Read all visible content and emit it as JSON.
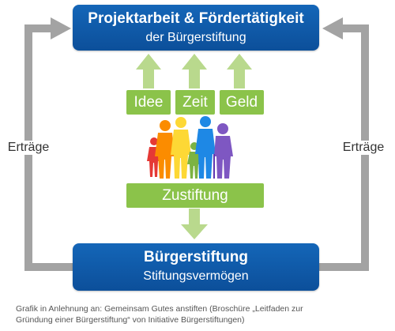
{
  "top_box": {
    "title": "Projektarbeit & Fördertätigkeit",
    "subtitle": "der Bürgerstiftung"
  },
  "inputs": [
    "Idee",
    "Zeit",
    "Geld"
  ],
  "zustiftung": "Zustiftung",
  "bottom_box": {
    "title": "Bürgerstiftung",
    "subtitle": "Stiftungsvermögen"
  },
  "left_label": "Erträge",
  "right_label": "Erträge",
  "caption": {
    "line1": "Grafik in Anlehnung an: Gemeinsam Gutes anstiften (Broschüre „Leitfaden zur",
    "line2": "Gründung einer Bürgerstiftung“ von Initiative Bürgerstiftungen)"
  },
  "colors": {
    "box_blue": "#1466b8",
    "green": "#8bc34a",
    "arrow_green": "#b9d98d",
    "loop_gray": "#a3a3a3"
  }
}
